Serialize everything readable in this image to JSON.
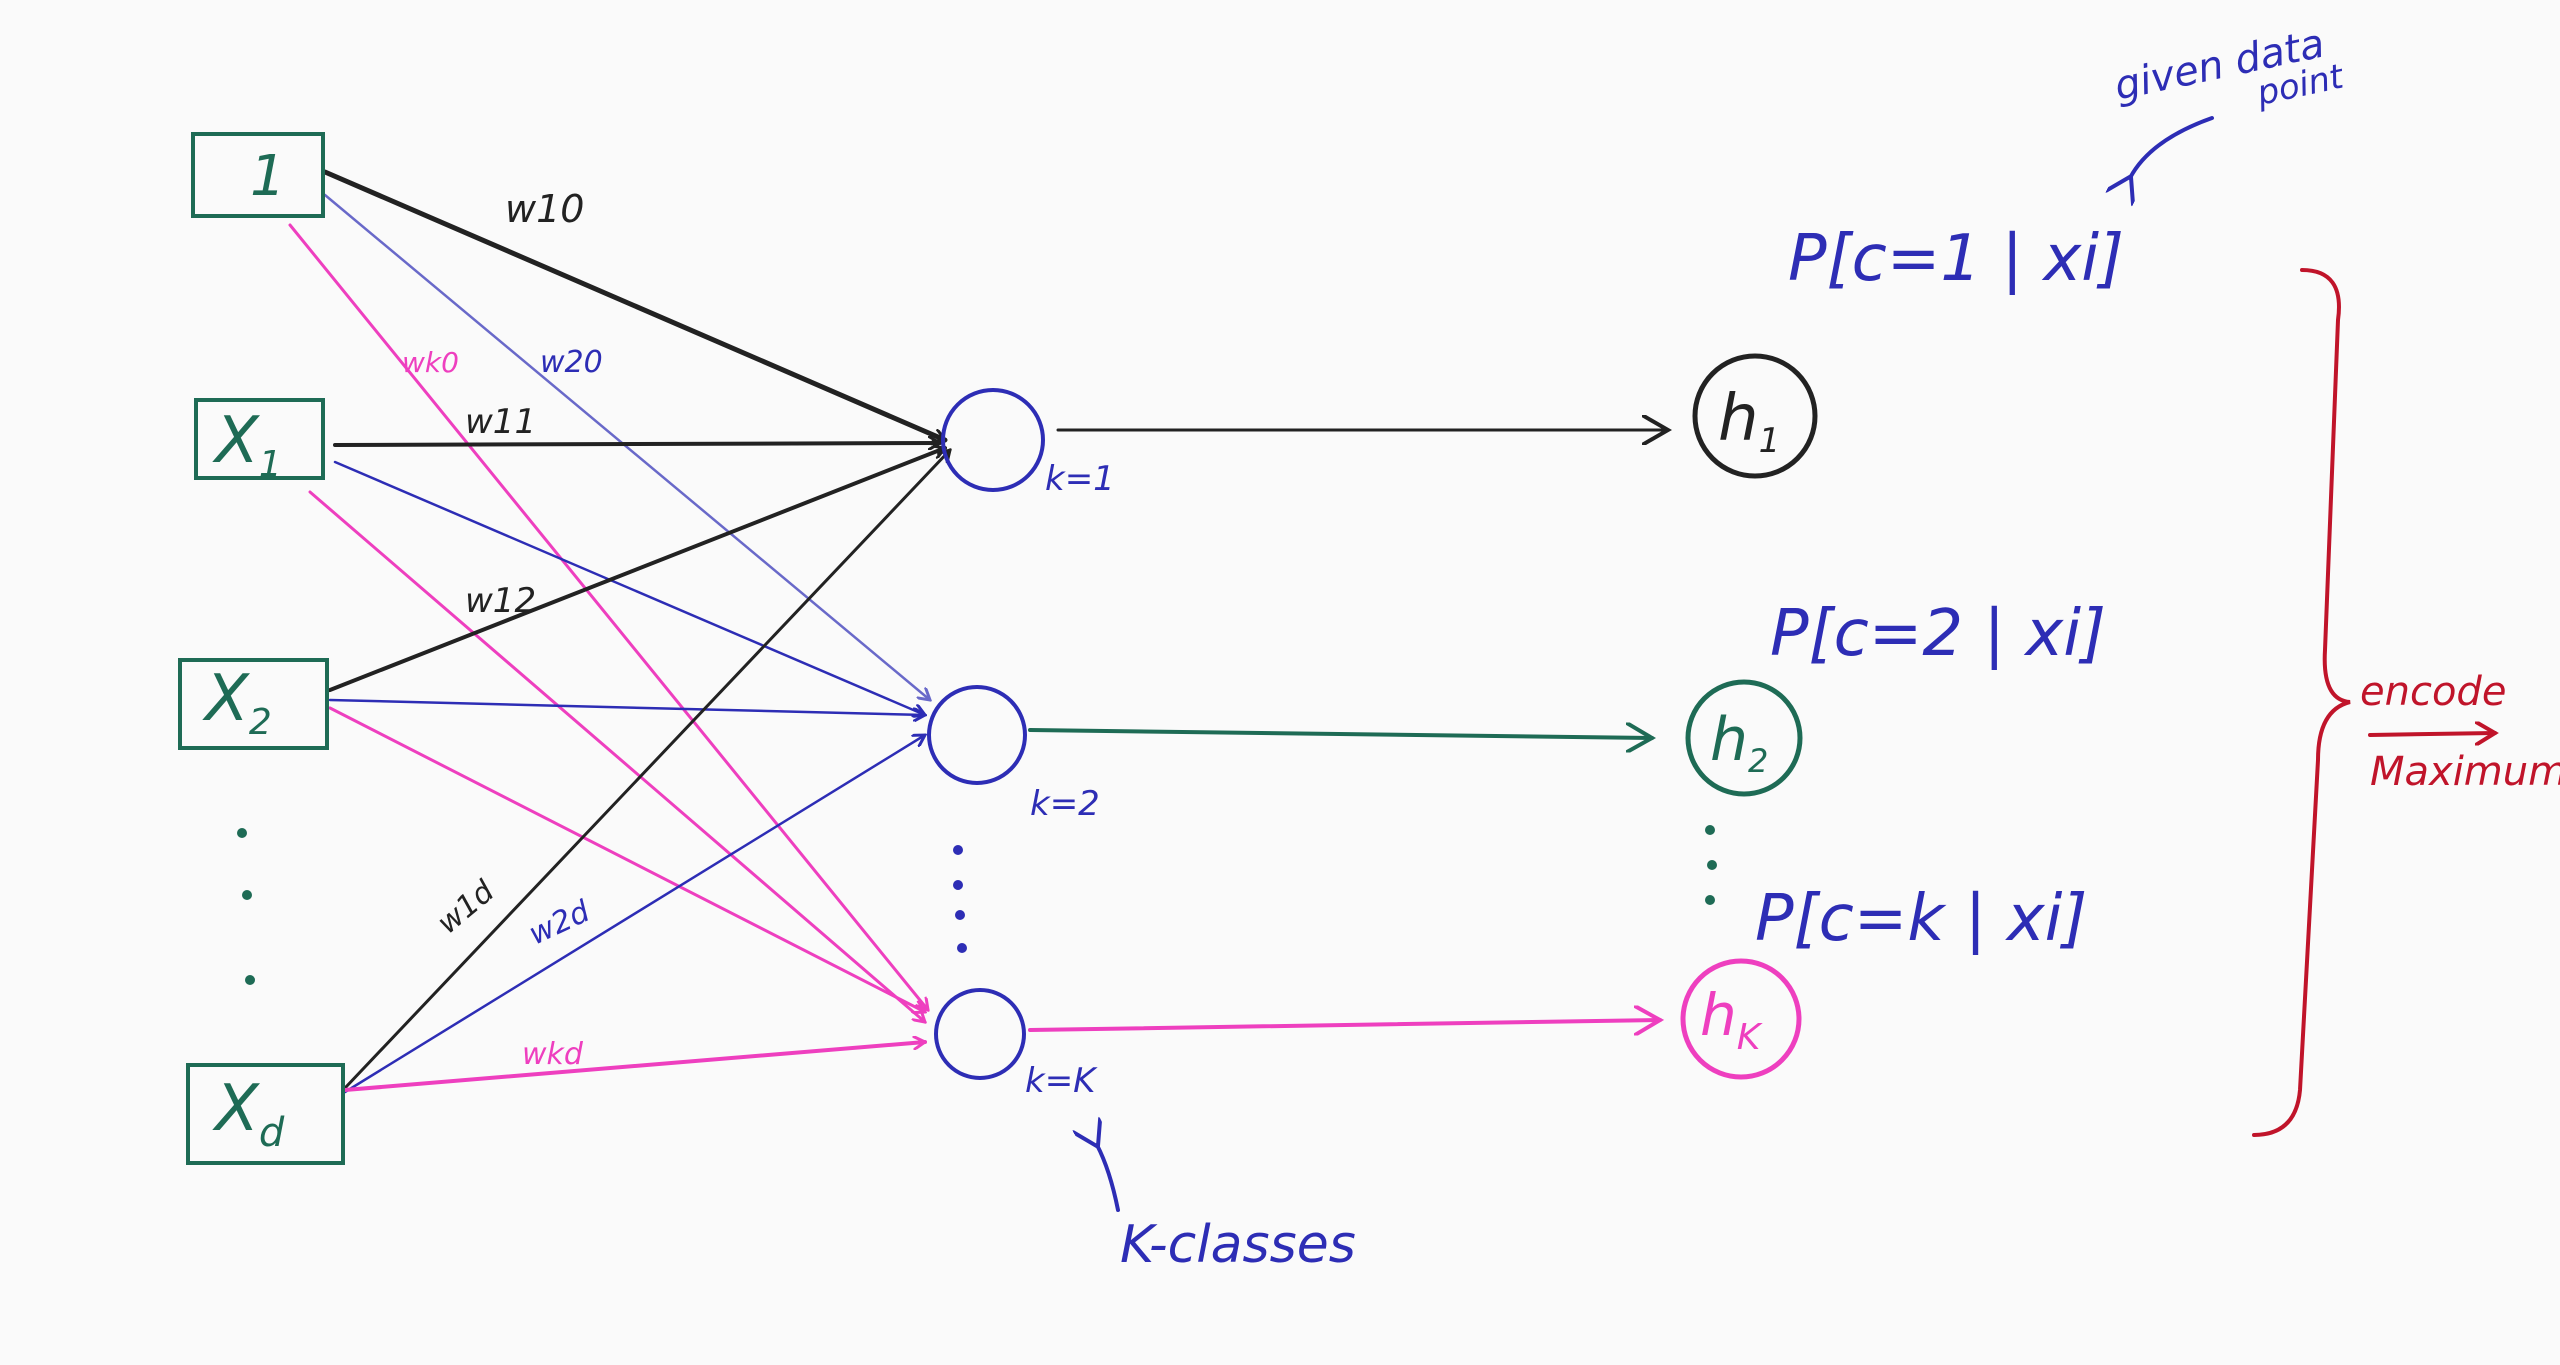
{
  "colors": {
    "black": "#222222",
    "blue": "#2d2db5",
    "pink": "#ee3fbf",
    "green": "#1e6b55",
    "red": "#c0142a"
  },
  "inputs": [
    {
      "label": "1",
      "sub": ""
    },
    {
      "label": "X",
      "sub": "1"
    },
    {
      "label": "X",
      "sub": "2"
    },
    {
      "label": "X",
      "sub": "d"
    }
  ],
  "weights": {
    "w10": "w10",
    "w20": "w20",
    "wk0": "wk0",
    "w11": "w11",
    "w12": "w12",
    "w1d": "w1d",
    "w2d": "w2d",
    "wkd": "wkd"
  },
  "nodes": [
    {
      "label": "k=1"
    },
    {
      "label": "k=2"
    },
    {
      "label": "k=K"
    }
  ],
  "outputs": [
    {
      "label": "h",
      "sub": "1"
    },
    {
      "label": "h",
      "sub": "2"
    },
    {
      "label": "h",
      "sub": "K"
    }
  ],
  "probabilities": [
    "P[c=1 | xi]",
    "P[c=2 | xi]",
    "P[c=k | xi]"
  ],
  "annotations": {
    "given_line1": "given data",
    "given_line2": "point",
    "k_classes": "K-classes",
    "encode": "encode",
    "maximum": "Maximum"
  }
}
